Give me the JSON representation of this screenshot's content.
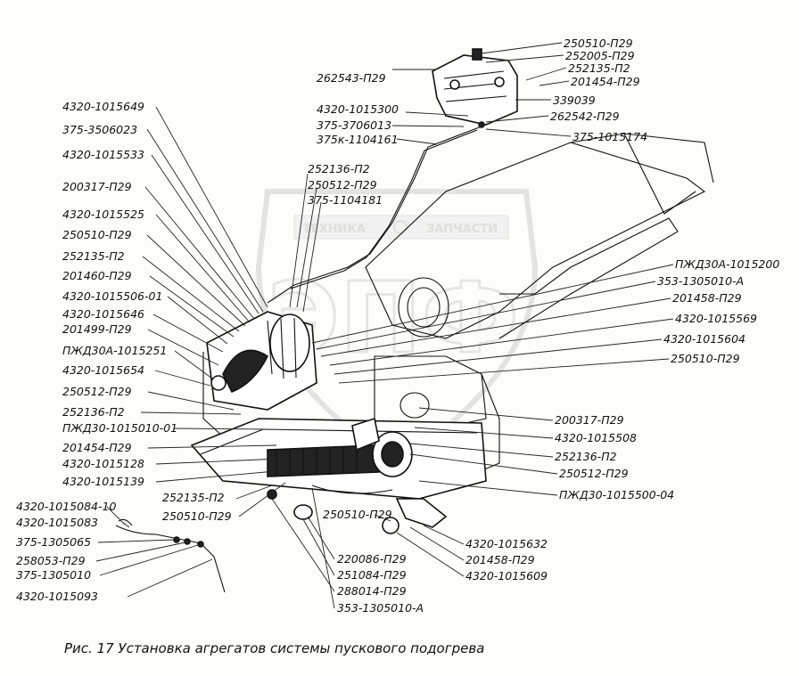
{
  "caption": "Рис. 17 Установка агрегатов системы пускового подогрева",
  "watermark": {
    "left": "ТЕХНИКА",
    "right": "ЗАПЧАСТИ",
    "logo": "ЭПФ"
  },
  "labels": [
    {
      "id": "l1",
      "text": "250510-П29"
    },
    {
      "id": "l2",
      "text": "252005-П29"
    },
    {
      "id": "l3",
      "text": "252135-П2"
    },
    {
      "id": "l4",
      "text": "201454-П29"
    },
    {
      "id": "l5",
      "text": "262543-П29"
    },
    {
      "id": "l6",
      "text": "339039"
    },
    {
      "id": "l7",
      "text": "4320-1015300"
    },
    {
      "id": "l8",
      "text": "262542-П29"
    },
    {
      "id": "l9",
      "text": "375-3706013"
    },
    {
      "id": "l10",
      "text": "375к-1104161"
    },
    {
      "id": "l11",
      "text": "375-1015174"
    },
    {
      "id": "l12",
      "text": "4320-1015649"
    },
    {
      "id": "l13",
      "text": "375-3506023"
    },
    {
      "id": "l14",
      "text": "4320-1015533"
    },
    {
      "id": "l15",
      "text": "252136-П2"
    },
    {
      "id": "l16",
      "text": "250512-П29"
    },
    {
      "id": "l17",
      "text": "375-1104181"
    },
    {
      "id": "l18",
      "text": "200317-П29"
    },
    {
      "id": "l19",
      "text": "4320-1015525"
    },
    {
      "id": "l20",
      "text": "250510-П29"
    },
    {
      "id": "l21",
      "text": "252135-П2"
    },
    {
      "id": "l22",
      "text": "201460-П29"
    },
    {
      "id": "l23",
      "text": "4320-1015506-01"
    },
    {
      "id": "l24",
      "text": "4320-1015646"
    },
    {
      "id": "l25",
      "text": "201499-П29"
    },
    {
      "id": "l26",
      "text": "ПЖД30А-1015251"
    },
    {
      "id": "l27",
      "text": "4320-1015654"
    },
    {
      "id": "l28",
      "text": "250512-П29"
    },
    {
      "id": "l29",
      "text": "252136-П2"
    },
    {
      "id": "l30",
      "text": "ПЖД30-1015010-01"
    },
    {
      "id": "l31",
      "text": "201454-П29"
    },
    {
      "id": "l32",
      "text": "4320-1015128"
    },
    {
      "id": "l33",
      "text": "4320-1015139"
    },
    {
      "id": "l34",
      "text": "252135-П2"
    },
    {
      "id": "l35",
      "text": "250510-П29"
    },
    {
      "id": "l36",
      "text": "ПЖД30А-1015200"
    },
    {
      "id": "l37",
      "text": "353-1305010-А"
    },
    {
      "id": "l38",
      "text": "201458-П29"
    },
    {
      "id": "l39",
      "text": "4320-1015569"
    },
    {
      "id": "l40",
      "text": "4320-1015604"
    },
    {
      "id": "l41",
      "text": "250510-П29"
    },
    {
      "id": "l42",
      "text": "200317-П29"
    },
    {
      "id": "l43",
      "text": "4320-1015508"
    },
    {
      "id": "l44",
      "text": "252136-П2"
    },
    {
      "id": "l45",
      "text": "250512-П29"
    },
    {
      "id": "l46",
      "text": "ПЖД30-1015500-04"
    },
    {
      "id": "l47",
      "text": "4320-1015084-10"
    },
    {
      "id": "l48",
      "text": "4320-1015083"
    },
    {
      "id": "l49",
      "text": "375-1305065"
    },
    {
      "id": "l50",
      "text": "258053-П29"
    },
    {
      "id": "l51",
      "text": "375-1305010"
    },
    {
      "id": "l52",
      "text": "4320-1015093"
    },
    {
      "id": "l53",
      "text": "250510-П29"
    },
    {
      "id": "l54",
      "text": "220086-П29"
    },
    {
      "id": "l55",
      "text": "251084-П29"
    },
    {
      "id": "l56",
      "text": "288014-П29"
    },
    {
      "id": "l57",
      "text": "353-1305010-А"
    },
    {
      "id": "l58",
      "text": "4320-1015632"
    },
    {
      "id": "l59",
      "text": "201458-П29"
    },
    {
      "id": "l60",
      "text": "4320-1015609"
    }
  ]
}
